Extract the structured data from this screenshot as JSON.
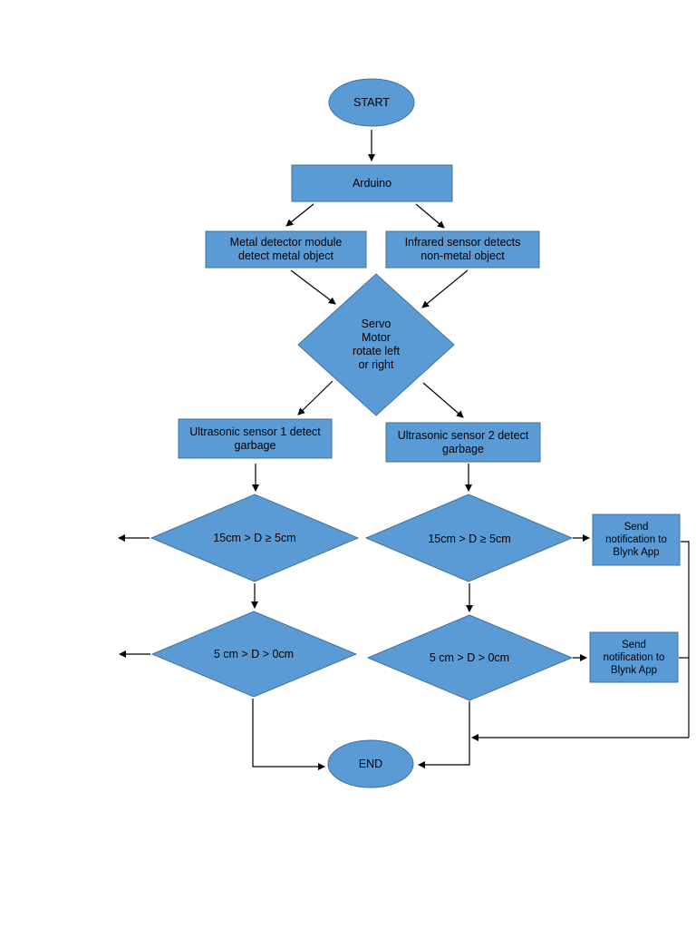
{
  "colors": {
    "fill": "#5b9bd5",
    "stroke": "#41719c",
    "arrow": "#000000"
  },
  "nodes": {
    "start": "START",
    "arduino": "Arduino",
    "metal_detector": "Metal detector module\ndetect metal object",
    "infrared_sensor": "Infrared sensor detects\nnon-metal object",
    "servo": "Servo\nMotor\nrotate left\nor right",
    "ultrasonic_1": "Ultrasonic sensor 1 detect\ngarbage",
    "ultrasonic_2": "Ultrasonic sensor 2 detect\ngarbage",
    "cond_1a": "15cm > D ≥ 5cm",
    "cond_2a": "15cm > D ≥ 5cm",
    "cond_1b": "5 cm > D > 0cm",
    "cond_2b": "5 cm > D > 0cm",
    "notify_1": "Send\nnotification to\nBlynk App",
    "notify_2": "Send\nnotification to\nBlynk App",
    "end": "END"
  }
}
